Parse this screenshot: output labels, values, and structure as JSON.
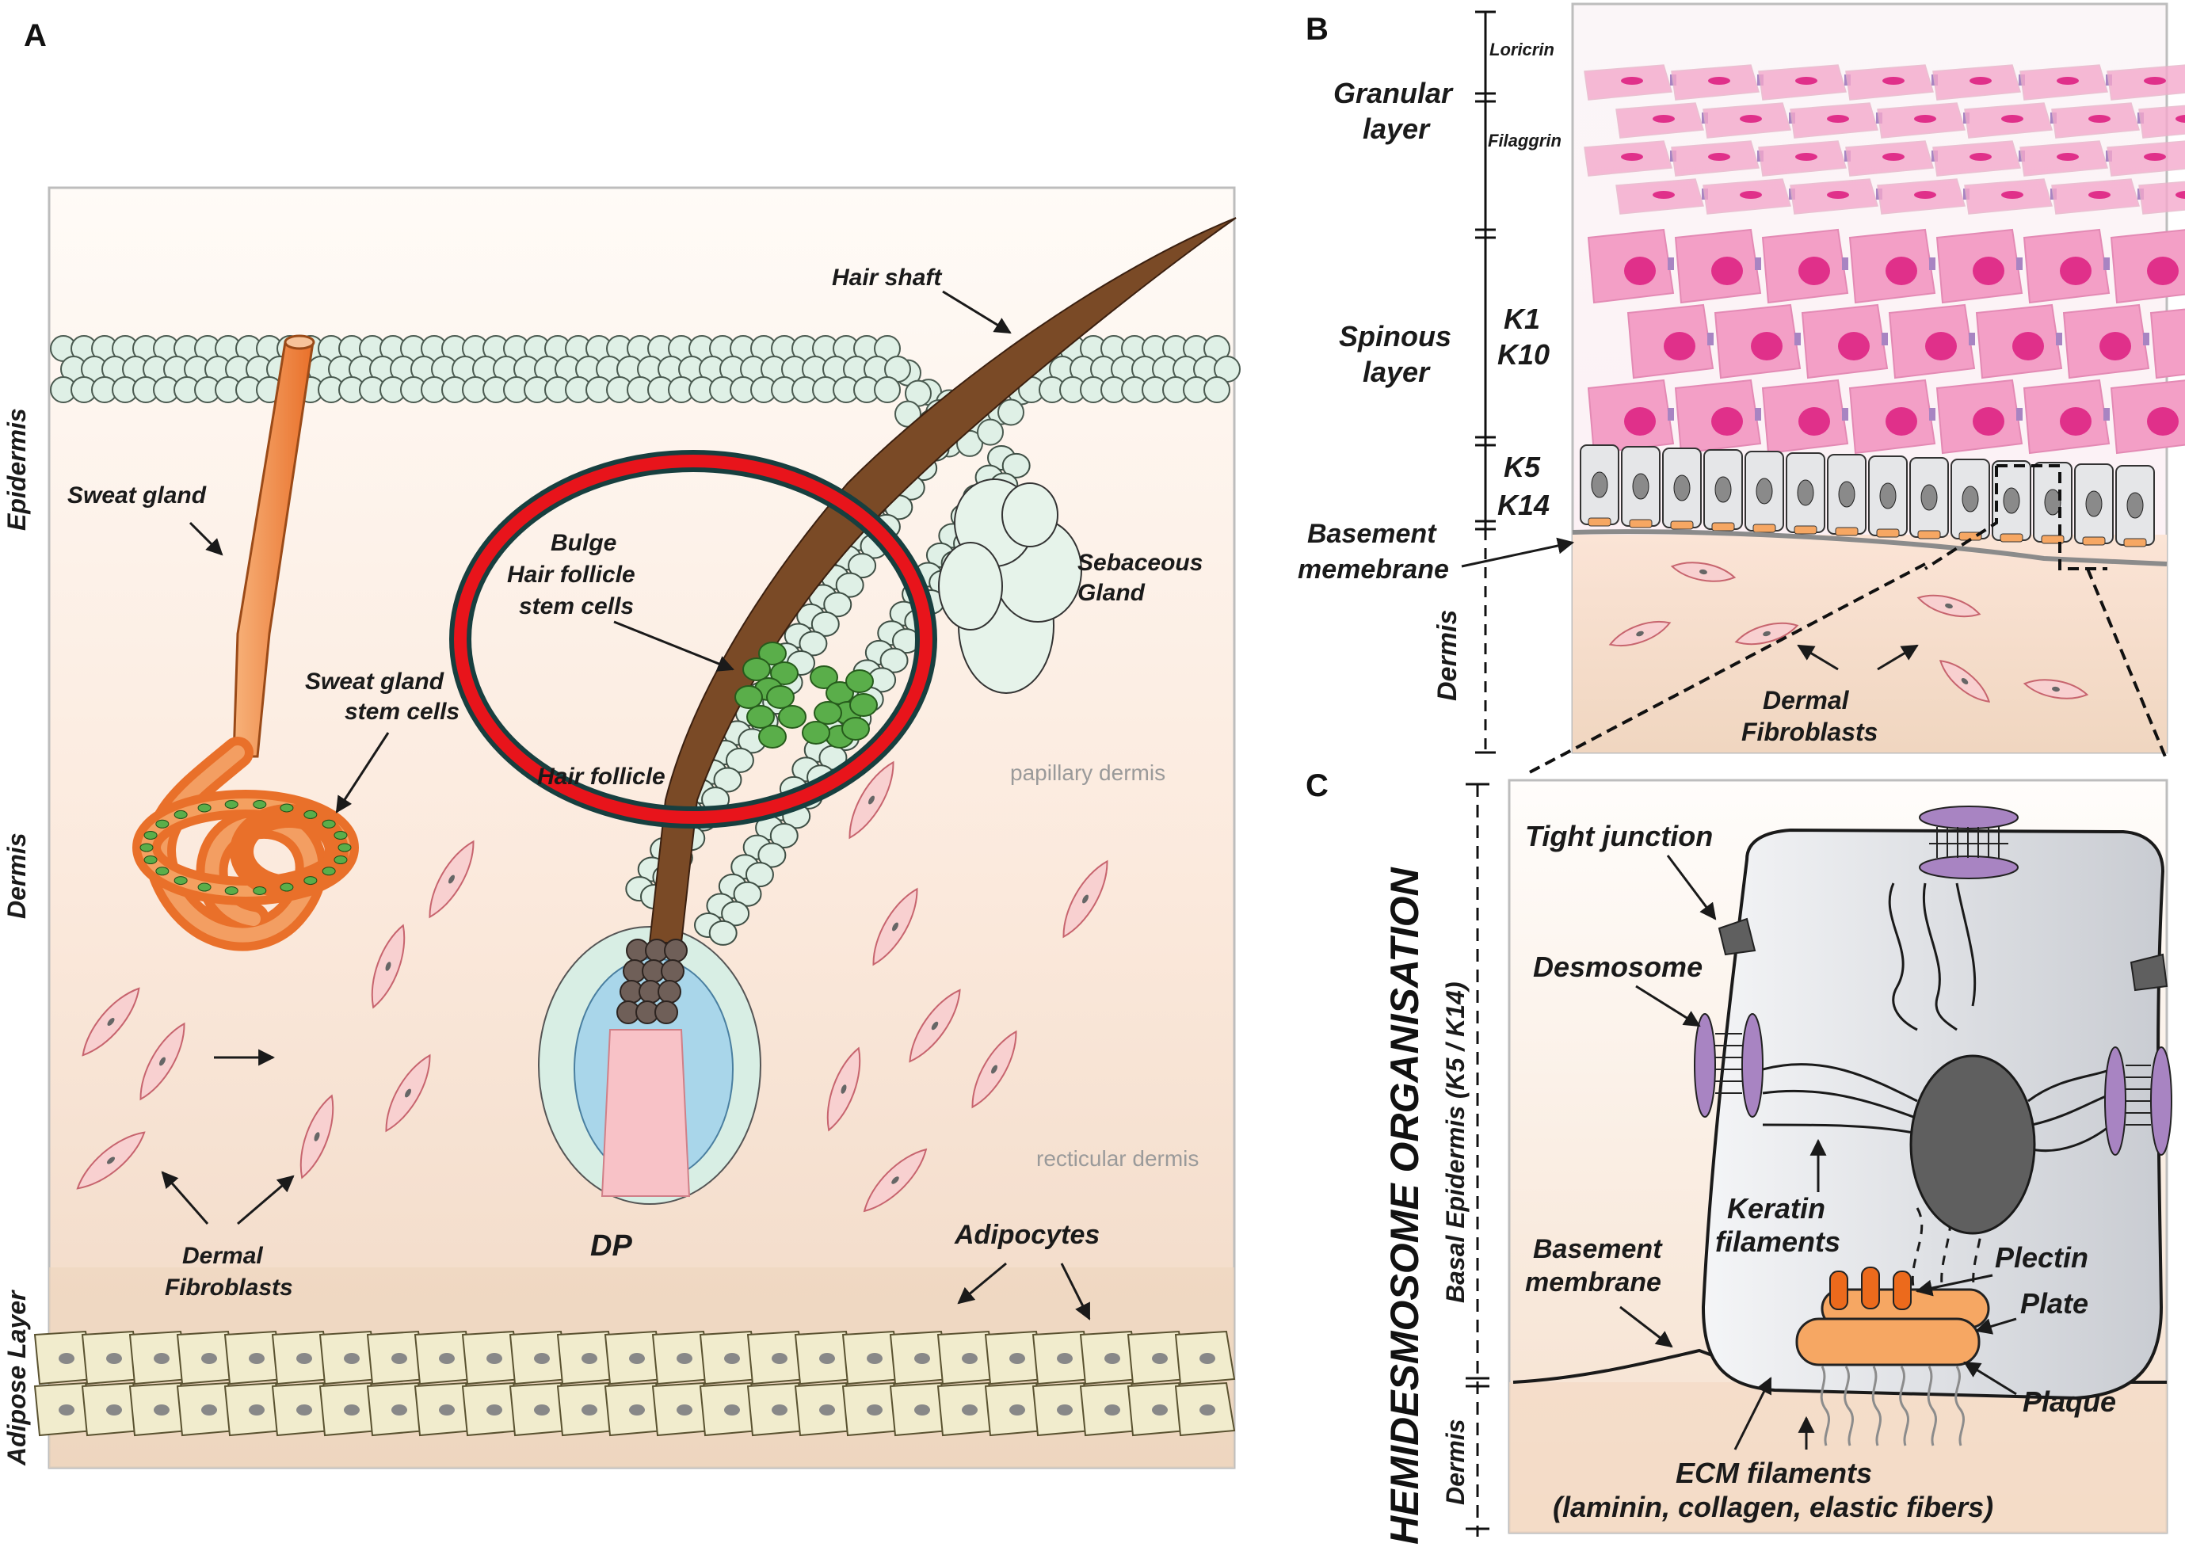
{
  "panels": {
    "a": "A",
    "b": "B",
    "c": "C"
  },
  "panel_a": {
    "layer_labels": {
      "epidermis": "Epidermis",
      "dermis": "Dermis",
      "adipose": "Adipose Layer"
    },
    "labels": {
      "hair_shaft": "Hair shaft",
      "sweat_gland": "Sweat gland",
      "sweat_gland_stem_cells_1": "Sweat gland",
      "sweat_gland_stem_cells_2": "stem cells",
      "bulge_1": "Bulge",
      "bulge_2": "Hair follicle",
      "bulge_3": "stem cells",
      "hair_follicle": "Hair follicle",
      "sebaceous_1": "Sebaceous",
      "sebaceous_2": "Gland",
      "papillary_dermis": "papillary dermis",
      "recticular_dermis": "recticular dermis",
      "dp": "DP",
      "adipocytes": "Adipocytes",
      "dermal_fibroblasts_1": "Dermal",
      "dermal_fibroblasts_2": "Fibroblasts"
    }
  },
  "panel_b": {
    "labels": {
      "loricrin": "Loricrin",
      "filaggrin": "Filaggrin",
      "granular_1": "Granular",
      "granular_2": "layer",
      "spinous_1": "Spinous",
      "spinous_2": "layer",
      "k1": "K1",
      "k10": "K10",
      "k5": "K5",
      "k14": "K14",
      "basement_1": "Basement",
      "basement_2": "memebrane",
      "dermis": "Dermis",
      "dermal_fibroblasts_1": "Dermal",
      "dermal_fibroblasts_2": "Fibroblasts"
    }
  },
  "panel_c": {
    "title": "HEMIDESMOSOME ORGANISATION",
    "side_labels": {
      "basal": "Basal Epidermis (K5 / K14)",
      "dermis": "Dermis"
    },
    "labels": {
      "tight_junction": "Tight junction",
      "desmosome": "Desmosome",
      "keratin_1": "Keratin",
      "keratin_2": "filaments",
      "basement_1": "Basement",
      "basement_2": "membrane",
      "plectin": "Plectin",
      "plate": "Plate",
      "plaque": "Plaque",
      "ecm_1": "ECM filaments",
      "ecm_2": "(laminin, collagen, elastic fibers)"
    }
  },
  "colors": {
    "epidermis_cell": "#dff0e6",
    "sweat_gland": "#f2873a",
    "hair_shaft": "#7a4a26",
    "stem_cell": "#5aae4a",
    "highlight_ring": "#e8141b",
    "ring_outline": "#173f3f",
    "granular_cell": "#f4a9cc",
    "spinous_nucleus": "#e0308a",
    "desmosome": "#a884c2",
    "plaque": "#f6a763",
    "nucleus": "#5f5f5f"
  }
}
